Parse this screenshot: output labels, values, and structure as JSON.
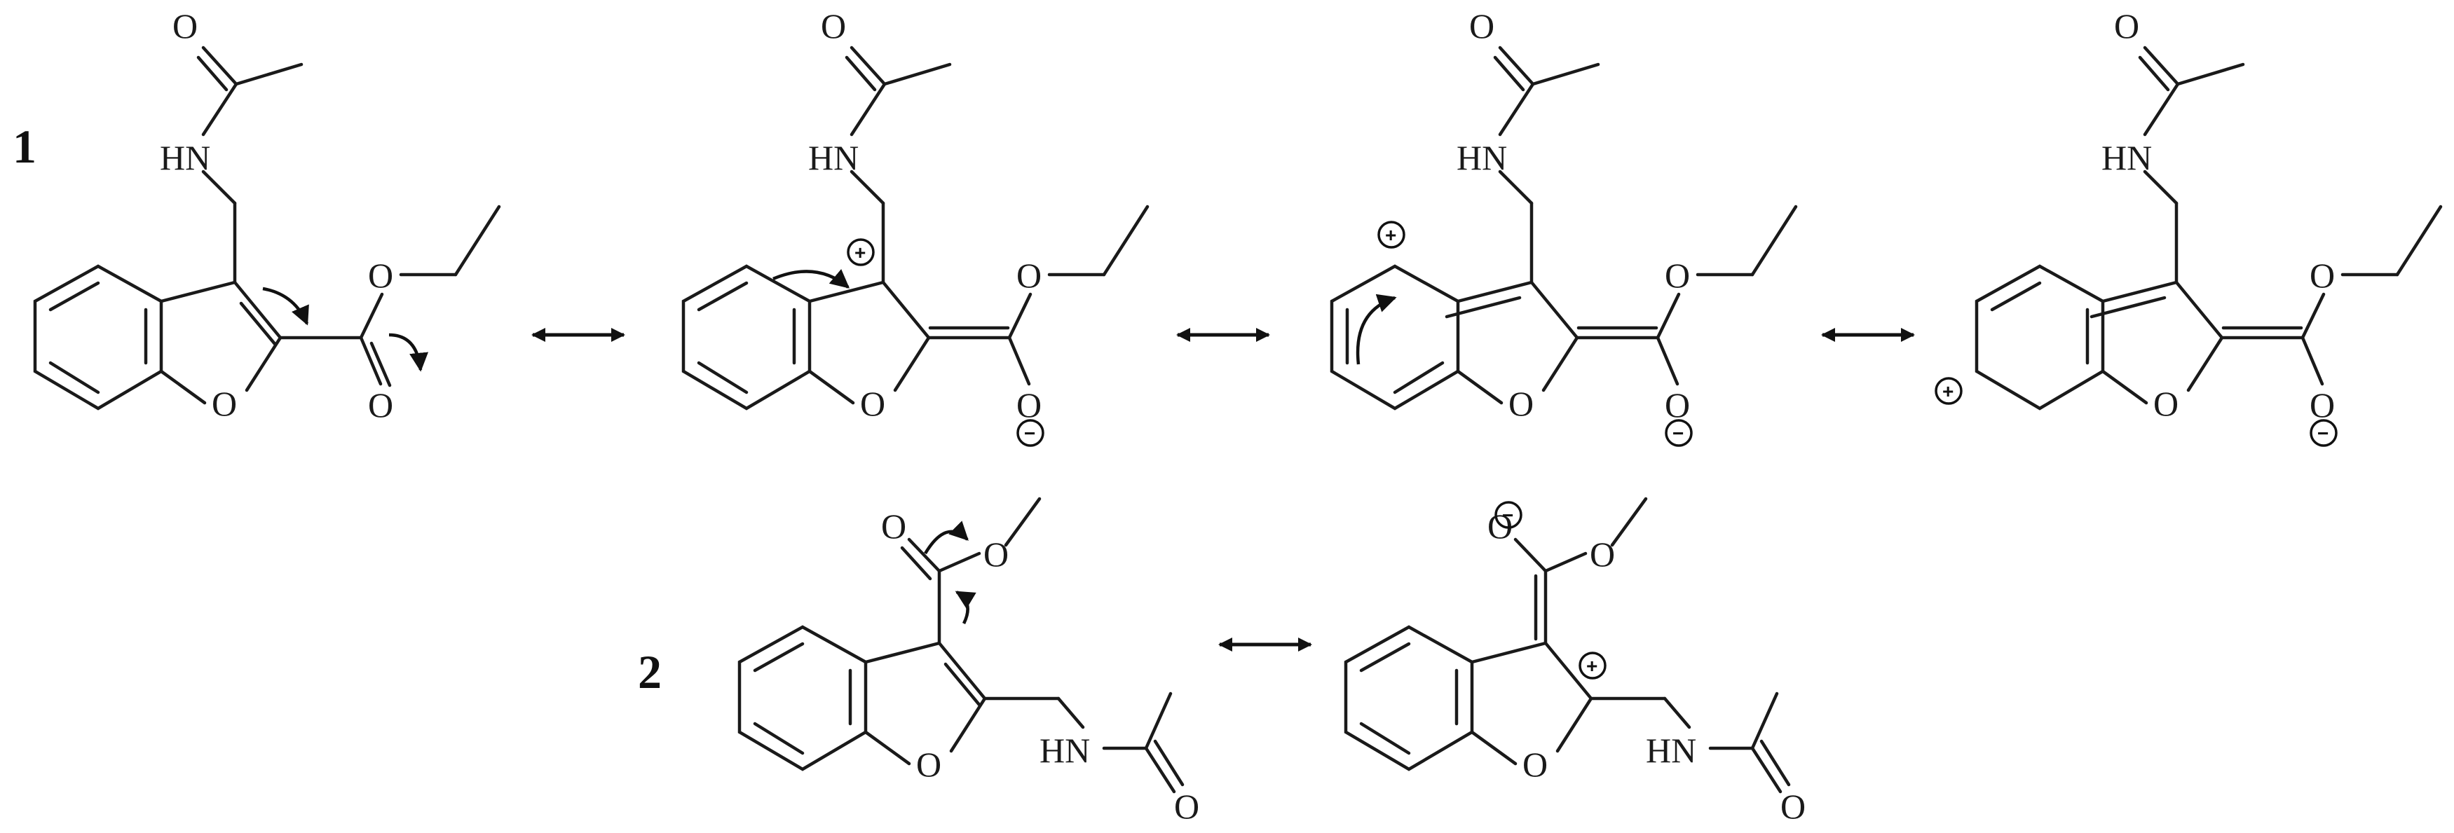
{
  "figure": {
    "panel_labels": [
      "1",
      "2"
    ],
    "atom_labels": {
      "O": "O",
      "HN": "HN"
    },
    "charge_symbols": {
      "positive": "+",
      "negative": "−"
    },
    "colors": {
      "ink": "#111111",
      "background": "#ffffff"
    },
    "content": {
      "row1": "four resonance structures of ethyl 3-(acetamidomethyl)benzofuran-2-carboxylate linked by double-headed resonance arrows",
      "row2": "two resonance structures of methyl 2-(acetamidomethyl)benzofuran-3-carboxylate linked by a double-headed resonance arrow"
    }
  }
}
